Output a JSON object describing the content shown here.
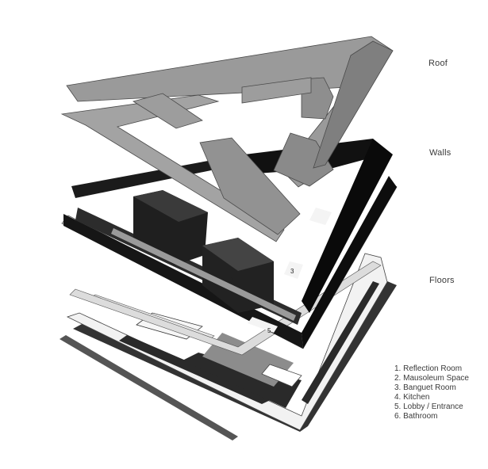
{
  "layers": {
    "roof": "Roof",
    "walls": "Walls",
    "floors": "Floors"
  },
  "legend": [
    "1. Reflection Room",
    "2. Mausoleum Space",
    "3. Banguet Room",
    "4. Kitchen",
    "5. Lobby / Entrance",
    "6. Bathroom"
  ],
  "room_markers": [
    "2",
    "3",
    "5"
  ],
  "colors": {
    "roof": "#9a9a9a",
    "roof_edge": "#4a4a4a",
    "walls": "#111111",
    "floor_dark": "#2a2a2a",
    "floor_mid": "#8c8c8c",
    "floor_light": "#f4f4f4"
  }
}
